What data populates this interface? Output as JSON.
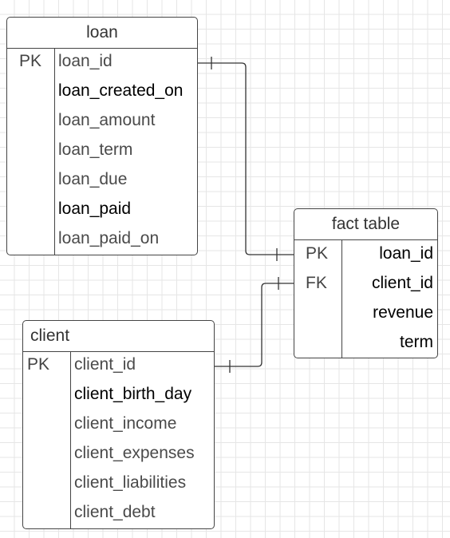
{
  "entities": {
    "loan": {
      "title": "loan",
      "rows": [
        {
          "key": "PK",
          "attr": "loan_id",
          "emphasis": false
        },
        {
          "key": "",
          "attr": "loan_created_on",
          "emphasis": true
        },
        {
          "key": "",
          "attr": "loan_amount",
          "emphasis": false
        },
        {
          "key": "",
          "attr": "loan_term",
          "emphasis": false
        },
        {
          "key": "",
          "attr": "loan_due",
          "emphasis": false
        },
        {
          "key": "",
          "attr": "loan_paid",
          "emphasis": true
        },
        {
          "key": "",
          "attr": "loan_paid_on",
          "emphasis": false
        }
      ]
    },
    "fact_table": {
      "title": "fact table",
      "rows": [
        {
          "key": "PK",
          "attr": "loan_id",
          "emphasis": true
        },
        {
          "key": "FK",
          "attr": "client_id",
          "emphasis": true
        },
        {
          "key": "",
          "attr": "revenue",
          "emphasis": true
        },
        {
          "key": "",
          "attr": "term",
          "emphasis": true
        }
      ]
    },
    "client": {
      "title": "client",
      "rows": [
        {
          "key": "PK",
          "attr": "client_id",
          "emphasis": false
        },
        {
          "key": "",
          "attr": "client_birth_day",
          "emphasis": true
        },
        {
          "key": "",
          "attr": "client_income",
          "emphasis": false
        },
        {
          "key": "",
          "attr": "client_expenses",
          "emphasis": false
        },
        {
          "key": "",
          "attr": "client_liabilities",
          "emphasis": false
        },
        {
          "key": "",
          "attr": "client_debt",
          "emphasis": false
        }
      ]
    }
  },
  "relationships": [
    {
      "from": "loan.loan_id",
      "to": "fact_table.loan_id",
      "from_end": "one",
      "to_end": "one"
    },
    {
      "from": "client.client_id",
      "to": "fact_table.client_id",
      "from_end": "one",
      "to_end": "one"
    }
  ],
  "colors": {
    "border": "#444444",
    "grid": "#e6e6e6",
    "muted_text": "#4a4a4a",
    "strong_text": "#000000"
  }
}
